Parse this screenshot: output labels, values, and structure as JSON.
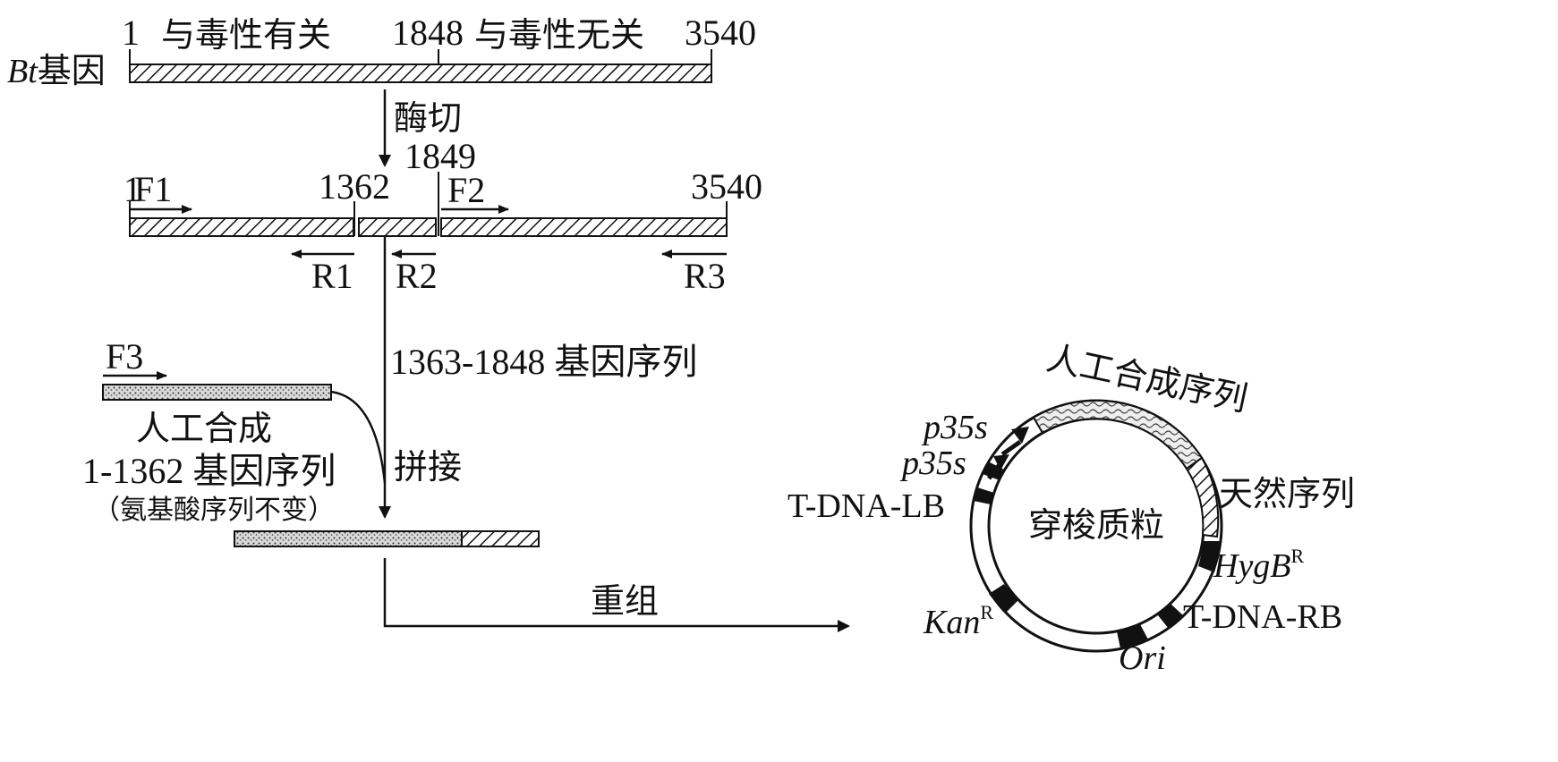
{
  "top_bar": {
    "gene_label_italic": "Bt",
    "gene_label_rest": "基因",
    "pos_start": "1",
    "pos_mid": "1848",
    "pos_end": "3540",
    "region_toxic": "与毒性有关",
    "region_nontoxic": "与毒性无关"
  },
  "step_enzyme": "酶切",
  "middle_bar": {
    "pos_1": "1",
    "pos_1362": "1362",
    "pos_1849": "1849",
    "pos_3540": "3540",
    "primer_f1": "F1",
    "primer_f2": "F2",
    "primer_r1": "R1",
    "primer_r2": "R2",
    "primer_r3": "R3"
  },
  "seq_1363_1848": "1363-1848 基因序列",
  "synthetic": {
    "primer_f3": "F3",
    "line1": "人工合成",
    "line2": "1-1362 基因序列",
    "line3": "（氨基酸序列不变）"
  },
  "step_splice": "拼接",
  "step_recombine": "重组",
  "plasmid": {
    "center": "穿梭质粒",
    "synthetic_seq": "人工合成序列",
    "natural_seq": "天然序列",
    "p35s_a": "p35s",
    "p35s_b": "p35s",
    "tdna_lb": "T-DNA-LB",
    "tdna_rb": "T-DNA-RB",
    "hygb": "HygB",
    "kan": "Kan",
    "ori": "Ori",
    "res_sup": "R"
  }
}
